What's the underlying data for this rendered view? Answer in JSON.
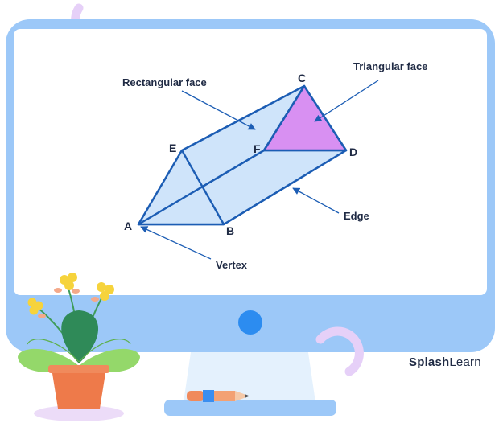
{
  "diagram": {
    "labels": {
      "rectangular_face": "Rectangular face",
      "triangular_face": "Triangular face",
      "edge": "Edge",
      "vertex": "Vertex"
    },
    "vertices": {
      "a": "A",
      "b": "B",
      "c": "C",
      "d": "D",
      "e": "E",
      "f": "F"
    }
  },
  "brand": {
    "part1": "Splash",
    "part2": "Learn"
  },
  "colors": {
    "monitor_frame": "#9cc8f8",
    "screen": "#ffffff",
    "prism_fill": "#cfe4fa",
    "prism_stroke": "#1c5db4",
    "triangular_face_fill": "#d890f2",
    "power_button": "#2c8cf0",
    "arrow": "#1c5db4"
  }
}
